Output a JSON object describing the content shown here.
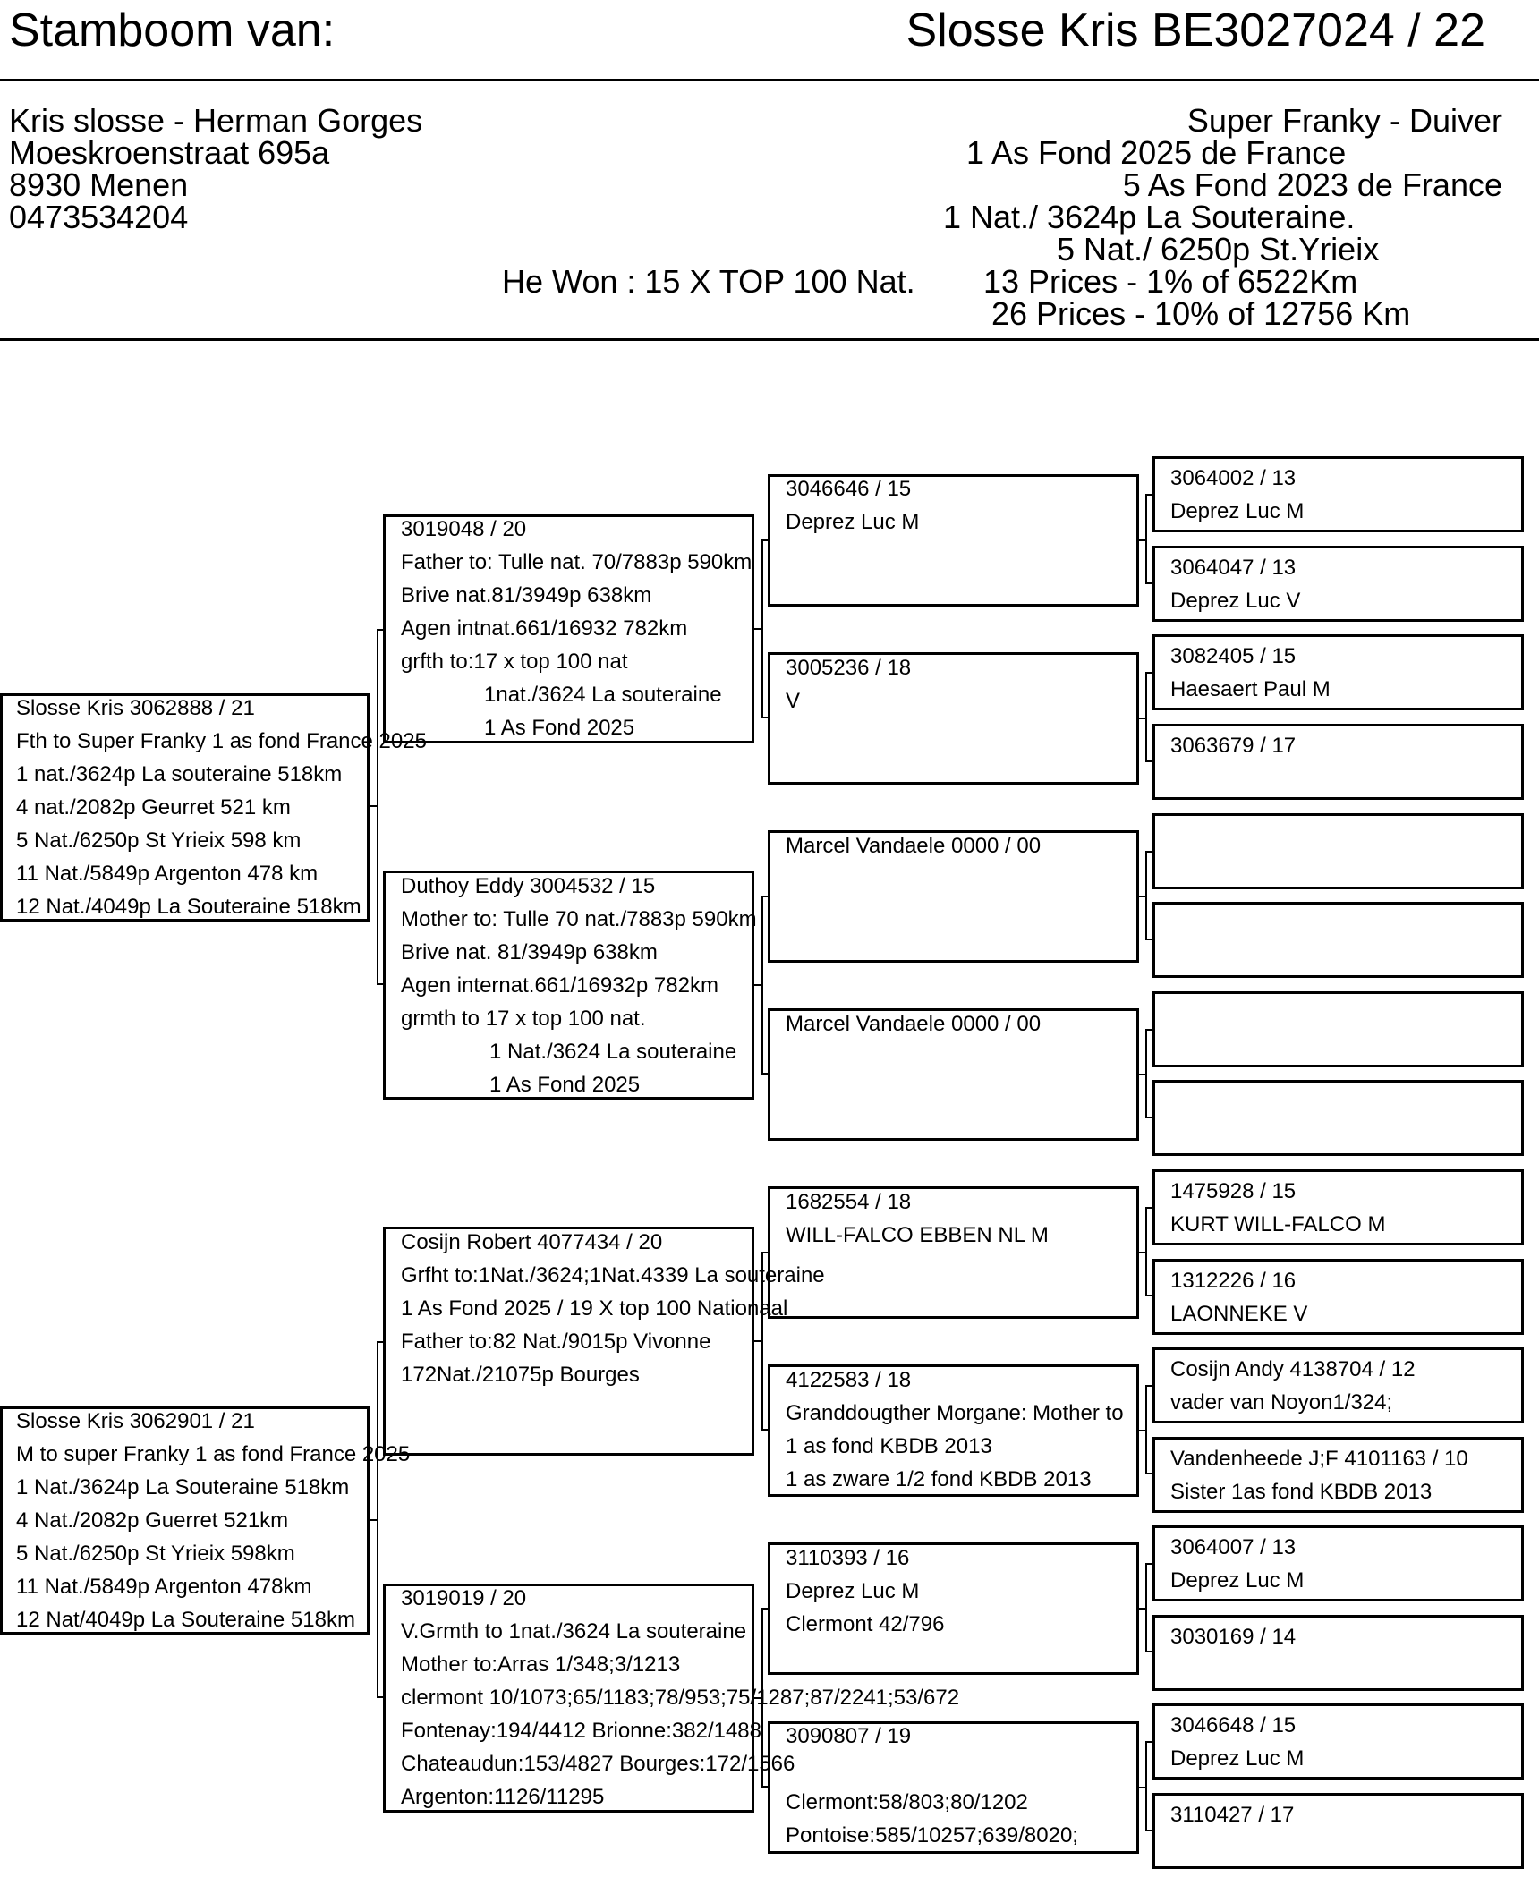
{
  "header": {
    "title_left": "Stamboom van:",
    "title_right": "Slosse Kris BE3027024 / 22"
  },
  "owner": {
    "lines": [
      "Kris slosse - Herman Gorges",
      "Moeskroenstraat 695a",
      "8930 Menen",
      "0473534204"
    ]
  },
  "achievements": {
    "line1": "Super Franky - Duiver",
    "line2": "1 As Fond 2025 de France",
    "line3": "5 As Fond 2023 de France",
    "line4": "1 Nat./ 3624p La Souteraine.",
    "line5": "5 Nat./ 6250p St.Yrieix",
    "won": "He Won : 15 X TOP 100 Nat.",
    "line6": "13 Prices - 1% of 6522Km",
    "line7": "26 Prices - 10% of 12756 Km"
  },
  "pedigree": {
    "father": {
      "lines": [
        "Slosse Kris 3062888 / 21",
        "Fth to Super Franky 1 as fond France 2025",
        "1 nat./3624p La souteraine 518km",
        "4 nat./2082p Geurret 521 km",
        "5 Nat./6250p St Yrieix 598 km",
        "11 Nat./5849p Argenton 478 km",
        "12 Nat./4049p  La Souteraine 518km"
      ]
    },
    "mother": {
      "lines": [
        "Slosse Kris 3062901 / 21",
        "M to super Franky 1 as fond France 2025",
        "1 Nat./3624p  La Souteraine 518km",
        "4 Nat./2082p  Guerret 521km",
        "5 Nat./6250p  St Yrieix 598km",
        "11 Nat./5849p  Argenton 478km",
        "12 Nat/4049p La Souteraine 518km"
      ]
    },
    "ff": {
      "lines": [
        "3019048 / 20",
        "Father to: Tulle nat. 70/7883p 590km",
        "Brive nat.81/3949p 638km",
        "Agen intnat.661/16932 782km",
        "grfth to:17 x top 100 nat"
      ],
      "indent": [
        "1nat./3624 La souteraine",
        "1 As Fond 2025"
      ]
    },
    "fm": {
      "lines": [
        "Duthoy Eddy 3004532 / 15",
        "Mother to: Tulle 70 nat./7883p 590km",
        "Brive nat. 81/3949p  638km",
        "Agen internat.661/16932p  782km",
        "grmth to 17 x top 100 nat."
      ],
      "indent": [
        "1 Nat./3624 La souteraine",
        "1 As Fond 2025"
      ]
    },
    "mf": {
      "lines": [
        "Cosijn Robert  4077434 / 20",
        "Grfht to:1Nat./3624;1Nat.4339 La souteraine",
        "1 As Fond 2025 / 19 X top 100 Nationaal",
        "Father to:82 Nat./9015p Vivonne",
        "172Nat./21075p Bourges"
      ]
    },
    "mm": {
      "lines": [
        " 3019019 / 20",
        "V.Grmth to 1nat./3624 La souteraine",
        "Mother to:Arras 1/348;3/1213",
        "clermont 10/1073;65/1183;78/953;75/1287;87/2241;53/672",
        "Fontenay:194/4412 Brionne:382/1488",
        "Chateaudun:153/4827 Bourges:172/1566",
        "Argenton:1126/11295"
      ]
    },
    "fff": {
      "lines": [
        "3046646 / 15",
        "Deprez Luc M"
      ]
    },
    "ffm": {
      "lines": [
        "3005236 / 18",
        "V"
      ]
    },
    "fmf": {
      "lines": [
        "Marcel Vandaele 0000 / 00"
      ]
    },
    "fmm": {
      "lines": [
        "Marcel Vandaele 0000 / 00"
      ]
    },
    "mff": {
      "lines": [
        "1682554 / 18",
        "WILL-FALCO EBBEN NL M"
      ]
    },
    "mfm": {
      "lines": [
        "4122583 / 18",
        "Granddougther Morgane: Mother to",
        "1 as fond KBDB 2013",
        "1 as zware 1/2 fond KBDB 2013"
      ]
    },
    "mmf": {
      "lines": [
        "3110393 / 16",
        "Deprez Luc M",
        "Clermont 42/796"
      ]
    },
    "mmm": {
      "lines": [
        "3090807 / 19",
        "",
        "Clermont:58/803;80/1202",
        "Pontoise:585/10257;639/8020;"
      ]
    },
    "g1": {
      "lines": [
        "3064002 / 13",
        "Deprez Luc M"
      ]
    },
    "g2": {
      "lines": [
        "3064047 / 13",
        "Deprez Luc V"
      ]
    },
    "g3": {
      "lines": [
        "3082405 / 15",
        "Haesaert Paul M"
      ]
    },
    "g4": {
      "lines": [
        "3063679 / 17"
      ]
    },
    "g5": {
      "lines": []
    },
    "g6": {
      "lines": []
    },
    "g7": {
      "lines": []
    },
    "g8": {
      "lines": []
    },
    "g9": {
      "lines": [
        "1475928 / 15",
        "KURT WILL-FALCO M"
      ]
    },
    "g10": {
      "lines": [
        "1312226 / 16",
        "LAONNEKE V"
      ]
    },
    "g11": {
      "lines": [
        "Cosijn Andy 4138704 / 12",
        "vader van Noyon1/324;"
      ]
    },
    "g12": {
      "lines": [
        "Vandenheede J;F  4101163 / 10",
        "Sister 1as fond KBDB 2013"
      ]
    },
    "g13": {
      "lines": [
        "3064007 / 13",
        "Deprez Luc M"
      ]
    },
    "g14": {
      "lines": [
        "3030169 / 14"
      ]
    },
    "g15": {
      "lines": [
        "3046648 / 15",
        "Deprez Luc M"
      ]
    },
    "g16": {
      "lines": [
        "3110427 / 17"
      ]
    }
  }
}
